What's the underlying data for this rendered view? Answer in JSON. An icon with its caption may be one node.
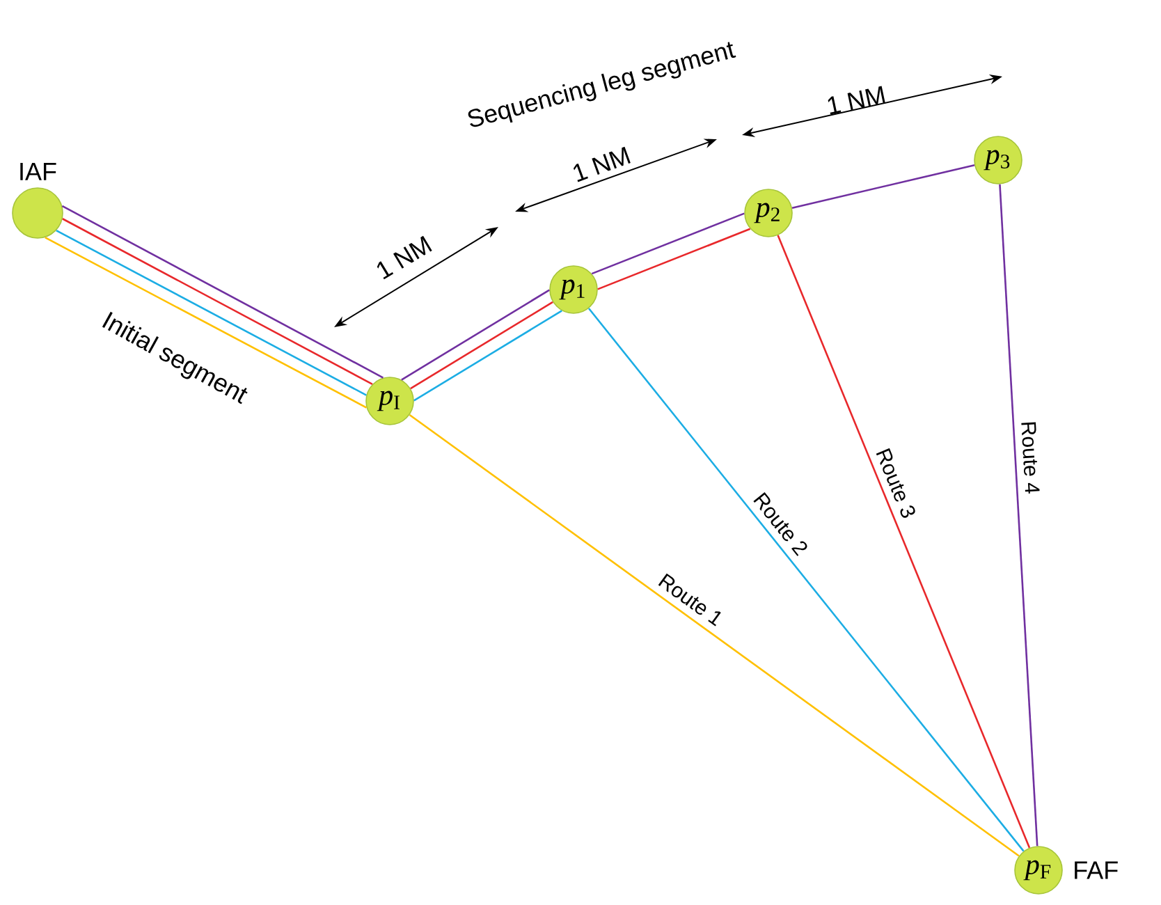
{
  "diagram": {
    "nodes": [
      {
        "text": [],
        "shape": "circle",
        "beside": [
          "IAF"
        ]
      },
      {
        "text": [
          "*p*$_{I}$"
        ]
      },
      {
        "text": [
          "*p*$_{1}$"
        ]
      },
      {
        "text": [
          "*p*$_{2}$"
        ]
      },
      {
        "text": [
          "*p*$_{3}$"
        ]
      },
      {
        "text": [
          "*p*$_{F}$"
        ],
        "beside": [
          "FAF"
        ]
      }
    ],
    "edges": [
      {
        "from": 0,
        "to": 1,
        "arrow": "none",
        "color": "#ffc000"
      },
      {
        "from": 1,
        "to": 5,
        "arrow": "none",
        "color": "#ffc000",
        "label": "Route 1"
      },
      {
        "from": 0,
        "to": 1,
        "arrow": "none",
        "color": "#1cade4"
      },
      {
        "from": 1,
        "to": 2,
        "arrow": "none",
        "color": "#1cade4"
      },
      {
        "from": 2,
        "to": 5,
        "arrow": "none",
        "color": "#1cade4",
        "label": "Route 2"
      },
      {
        "from": 0,
        "to": 1,
        "arrow": "none",
        "color": "#e8282b"
      },
      {
        "from": 1,
        "to": 2,
        "arrow": "none",
        "color": "#e8282b"
      },
      {
        "from": 2,
        "to": 3,
        "arrow": "none",
        "color": "#e8282b"
      },
      {
        "from": 3,
        "to": 5,
        "arrow": "none",
        "color": "#e8282b",
        "label": "Route 3"
      },
      {
        "from": 0,
        "to": 1,
        "arrow": "none",
        "color": "#7030a0"
      },
      {
        "from": 1,
        "to": 2,
        "arrow": "none",
        "color": "#7030a0"
      },
      {
        "from": 2,
        "to": 3,
        "arrow": "none",
        "color": "#7030a0"
      },
      {
        "from": 3,
        "to": 4,
        "arrow": "none",
        "color": "#7030a0"
      },
      {
        "from": 4,
        "to": 5,
        "arrow": "none",
        "color": "#7030a0",
        "label": "Route 4"
      }
    ],
    "labels": [
      "Sequencing leg segment",
      "1 NM",
      "1 NM",
      "1 NM",
      "Initial segment"
    ]
  }
}
